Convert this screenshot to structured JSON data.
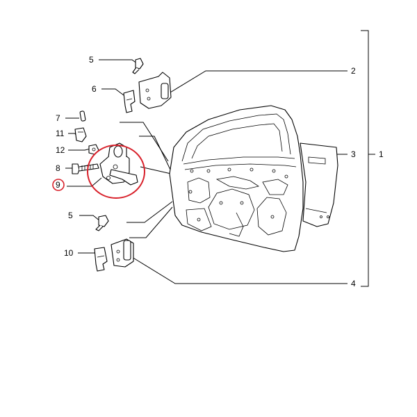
{
  "callouts": {
    "c1": "1",
    "c2": "2",
    "c3": "3",
    "c4": "4",
    "c5a": "5",
    "c5b": "5",
    "c6": "6",
    "c7": "7",
    "c8": "8",
    "c9": "9",
    "c10": "10",
    "c11": "11",
    "c12": "12"
  },
  "highlight": {
    "part": "9",
    "color": "#d8202a"
  }
}
